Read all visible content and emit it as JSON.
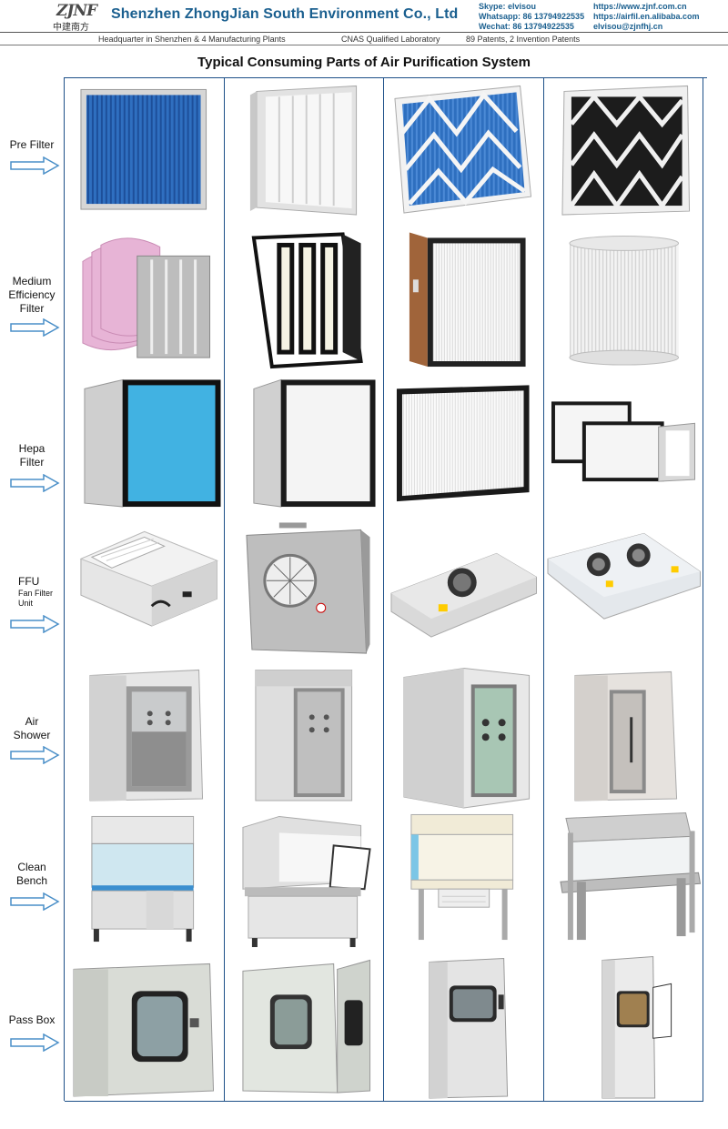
{
  "header": {
    "logo_mark": "ZJNF",
    "logo_cn": "中建南方",
    "company": "Shenzhen ZhongJian South Environment Co., Ltd",
    "skype": "Skype: elvisou",
    "whatsapp": "Whatsapp: 86 13794922535",
    "wechat": "Wechat: 86 13794922535",
    "web1": "https://www.zjnf.com.cn",
    "web2": "https://airfil.en.alibaba.com",
    "email": "elvisou@zjnfhj.cn"
  },
  "subheader": {
    "hq": "Headquarter in Shenzhen & 4 Manufacturing Plants",
    "lab": "CNAS Qualified Laboratory",
    "patents": "89 Patents, 2 Invention Patents"
  },
  "title": "Typical Consuming Parts of Air Purification System",
  "rows": [
    {
      "label": "Pre Filter"
    },
    {
      "label_lines": [
        "Medium",
        "Efficiency",
        "Filter"
      ]
    },
    {
      "label_lines": [
        "Hepa",
        "Filter"
      ]
    },
    {
      "label": "FFU",
      "sub_lines": [
        "Fan Filter",
        "Unit"
      ]
    },
    {
      "label_lines": [
        "Air",
        "Shower"
      ]
    },
    {
      "label_lines": [
        "Clean",
        "Bench"
      ]
    },
    {
      "label": "Pass Box"
    }
  ],
  "colors": {
    "grid": "#1d4f88",
    "company_blue": "#1a5f8f",
    "arrow": "#4a8fc8"
  }
}
